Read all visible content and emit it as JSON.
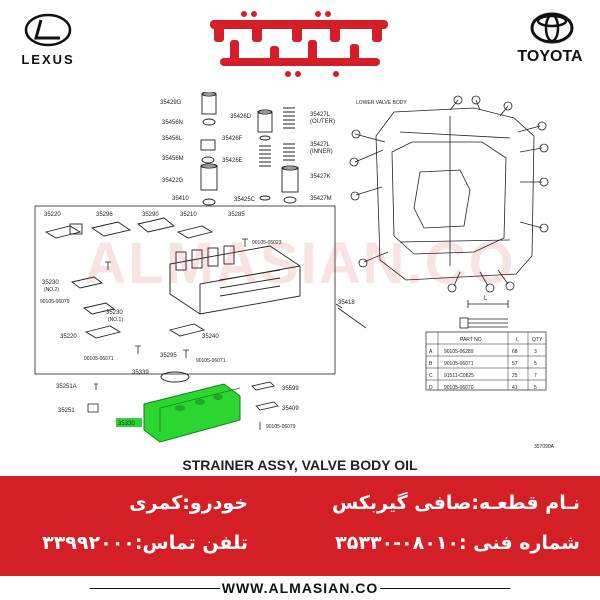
{
  "header": {
    "lexus_logo": {
      "icon": "lexus-logo-icon",
      "text": "LEXUS"
    },
    "toyota_logo": {
      "icon": "toyota-logo-icon",
      "text": "TOYOTA"
    },
    "brand_logo": {
      "icon": "almasian-persian-logo-icon",
      "color": "#d41f26"
    }
  },
  "diagram": {
    "lower_valve_body_label": "LOWER VALVE BODY",
    "figure_code": "357090A",
    "watermark": "ALMASIAN.CO",
    "part_labels": {
      "p35429g": "35429G",
      "p35456n": "35456N",
      "p35456l": "35456L",
      "p35456m": "35456M",
      "p35422g": "35422G",
      "p35410": "35410",
      "p35426d": "35426D",
      "p35426f": "35426F",
      "p35426e": "35426E",
      "p35425c": "35425C",
      "p35427l_outer": "35427L",
      "outer": "(OUTER)",
      "p35427l_inner": "35427L",
      "inner": "(INNER)",
      "p35427k": "35427K",
      "p35427m": "35427M",
      "p35220a": "35220",
      "p35296": "35296",
      "p35290": "35290",
      "p35210": "35210",
      "p35285": "35285",
      "p90105_05023": "90105-05023",
      "p35230a": "35230",
      "no2": "(NO.2)",
      "p90105_06079": "90105-06079",
      "p35230b": "35230",
      "no1": "(NO.1)",
      "p35220b": "35220",
      "p35240": "35240",
      "p90105_06071a": "90105-06071",
      "p35295": "35295",
      "p90105_06071b": "90105-06071",
      "p35418": "35418",
      "p35339": "35339",
      "p35251a": "35251A",
      "p35251": "35251",
      "p35330": "35330",
      "p35599": "35599",
      "p35409": "35409",
      "p90105_06079b": "90105-06079"
    },
    "table": {
      "headers": [
        "",
        "PART NO.",
        "L",
        "QTY"
      ],
      "rows": [
        [
          "A",
          "90105-06289",
          "68",
          "3"
        ],
        [
          "B",
          "90105-06071",
          "57",
          "5"
        ],
        [
          "C",
          "91511-C0625",
          "25",
          "7"
        ],
        [
          "D",
          "90105-06070",
          "41",
          "5"
        ]
      ]
    },
    "callout_letters": {
      "a": "A",
      "b": "B",
      "c": "C",
      "d": "D",
      "l": "L"
    }
  },
  "title": "STRAINER ASSY, VALVE BODY OIL",
  "info": {
    "part_name": "نـام قطعـه:صافی گیربکس",
    "part_number": "شماره فنی :۰۸۰۱۰-۳۵۳۳۰",
    "car_model": "خودرو:کمری",
    "phone": "تلفن تماس:۳۳۹۹۲۰۰۰"
  },
  "footer": {
    "url": "WWW.ALMASIAN.CO"
  },
  "colors": {
    "accent": "#d41f26",
    "strainer": "#2cd630"
  }
}
